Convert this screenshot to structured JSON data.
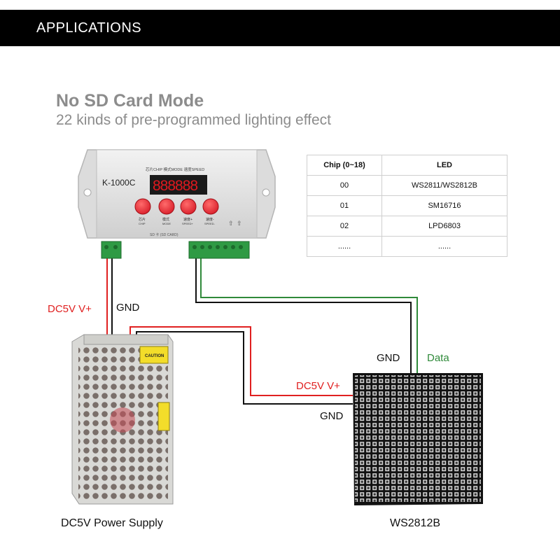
{
  "banner": {
    "title": "APPLICATIONS"
  },
  "hero": {
    "title": "No SD Card Mode",
    "subtitle": "22 kinds of pre-programmed lighting effect"
  },
  "controller": {
    "model": "K-1000C",
    "display": "888888",
    "header_text": "芯片CHIP 模式MODE 速度SPEED",
    "buttons": [
      {
        "label": "芯片",
        "sub": "CHIP"
      },
      {
        "label": "模式",
        "sub": "MODE"
      },
      {
        "label": "速度+",
        "sub": "SPEED+"
      },
      {
        "label": "速度-",
        "sub": "SPEED-"
      }
    ],
    "sd_label": "SD 卡 (SD CARD)"
  },
  "chip_table": {
    "headers": [
      "Chip (0~18)",
      "LED"
    ],
    "rows": [
      [
        "00",
        "WS2811/WS2812B"
      ],
      [
        "01",
        "SM16716"
      ],
      [
        "02",
        "LPD6803"
      ],
      [
        "......",
        "......"
      ]
    ]
  },
  "wires": {
    "dc5v_left": "DC5V V+",
    "gnd_left": "GND",
    "gnd_matrix_top": "GND",
    "data": "Data",
    "dc5v_matrix": "DC5V V+",
    "gnd_matrix_side": "GND"
  },
  "psu": {
    "caption": "DC5V Power Supply",
    "warning": "CAUTION"
  },
  "matrix": {
    "caption": "WS2812B"
  },
  "colors": {
    "red_wire": "#e02020",
    "green_wire": "#2f8a3a",
    "black_wire": "#111111",
    "title_gray": "#8c8c8c"
  }
}
